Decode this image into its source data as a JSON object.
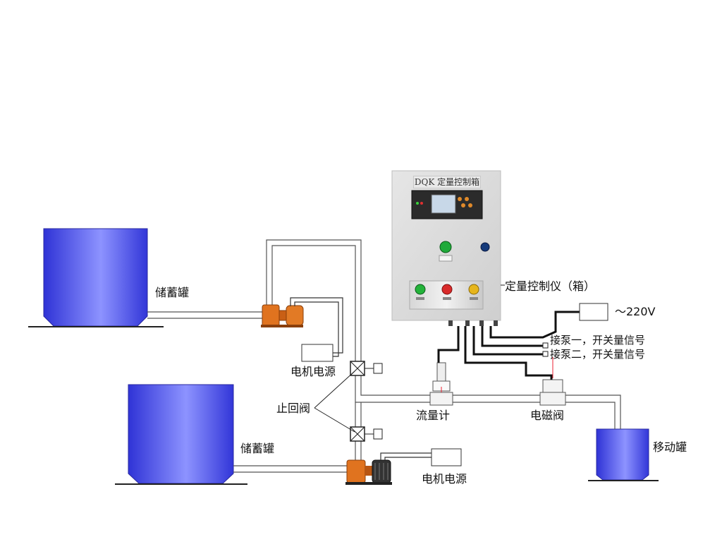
{
  "labels": {
    "tank_upper": "储蓄罐",
    "tank_lower": "储蓄罐",
    "tank_mobile": "移动罐",
    "motor_power_upper": "电机电源",
    "motor_power_lower": "电机电源",
    "check_valve": "止回阀",
    "flow_meter": "流量计",
    "solenoid_valve": "电磁阀",
    "controller": "定量控制仪（箱）",
    "power_supply": "～220V",
    "pump1_signal": "接泵一，开关量信号",
    "pump2_signal": "接泵二，开关量信号"
  },
  "control_box": {
    "title": "DQK 定量控制箱"
  },
  "colors": {
    "tank_blue": "#3b3fe0",
    "pump_orange": "#e0731f",
    "cable": "#111111",
    "pipe_outline": "#555555",
    "panel": "#dcdcdc"
  }
}
